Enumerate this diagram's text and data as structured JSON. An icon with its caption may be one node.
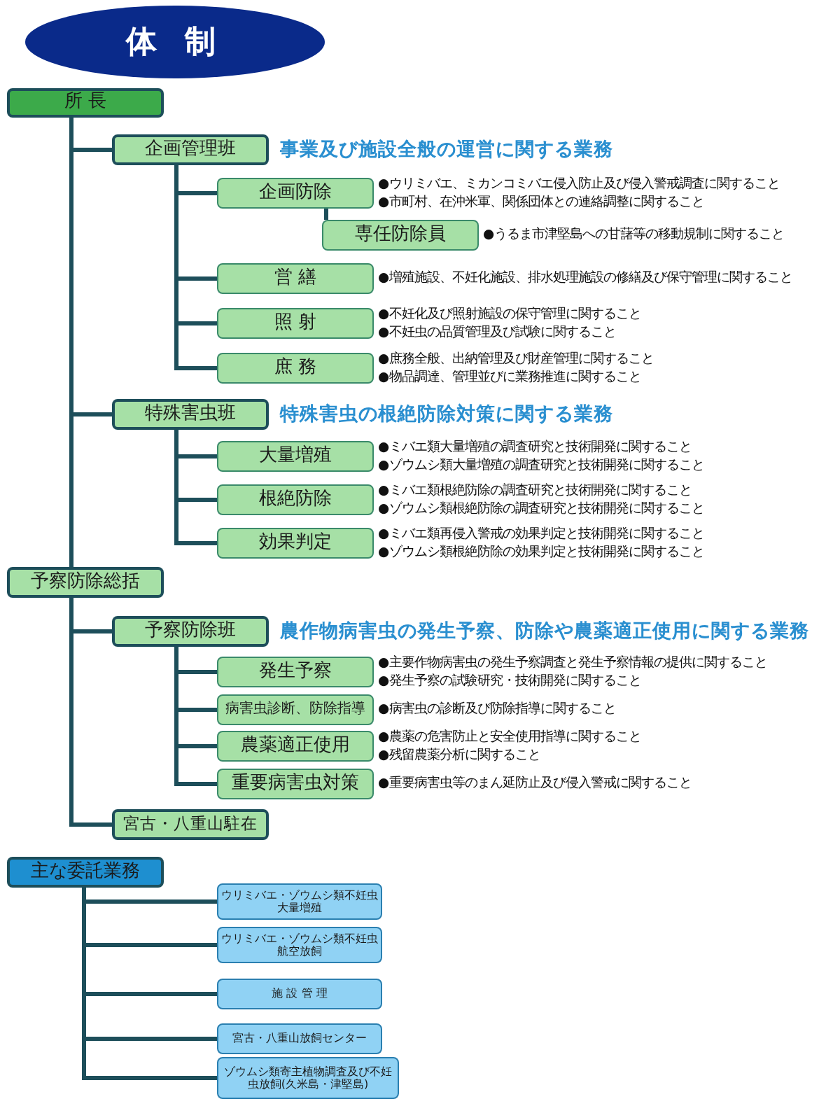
{
  "diagram": {
    "title": "体 制",
    "nodes": [
      {
        "text": [
          "所 長"
        ]
      },
      {
        "text": [
          "企画管理班"
        ],
        "beside": [
          "事業及び施設全般の運営に関する業務"
        ]
      },
      {
        "text": [
          "企画防除"
        ],
        "beside": [
          "●ウリミバエ、ミカンコミバエ侵入防止及び侵入警戒調査に関すること",
          "●市町村、在沖米軍、関係団体との連絡調整に関すること"
        ]
      },
      {
        "text": [
          "専任防除員"
        ],
        "beside": [
          "●うるま市津堅島への甘藷等の移動規制に関すること"
        ]
      },
      {
        "text": [
          "営 繕"
        ],
        "beside": [
          "●増殖施設、不妊化施設、排水処理施設の修繕及び保守管理に関すること"
        ]
      },
      {
        "text": [
          "照 射"
        ],
        "beside": [
          "●不妊化及び照射施設の保守管理に関すること",
          "●不妊虫の品質管理及び試験に関すること"
        ]
      },
      {
        "text": [
          "庶 務"
        ],
        "beside": [
          "●庶務全般、出納管理及び財産管理に関すること",
          "●物品調達、管理並びに業務推進に関すること"
        ]
      },
      {
        "text": [
          "特殊害虫班"
        ],
        "beside": [
          "特殊害虫の根絶防除対策に関する業務"
        ]
      },
      {
        "text": [
          "大量増殖"
        ],
        "beside": [
          "●ミバエ類大量増殖の調査研究と技術開発に関すること",
          "●ゾウムシ類大量増殖の調査研究と技術開発に関すること"
        ]
      },
      {
        "text": [
          "根絶防除"
        ],
        "beside": [
          "●ミバエ類根絶防除の調査研究と技術開発に関すること",
          "●ゾウムシ類根絶防除の調査研究と技術開発に関すること"
        ]
      },
      {
        "text": [
          "効果判定"
        ],
        "beside": [
          "●ミバエ類再侵入警戒の効果判定と技術開発に関すること",
          "●ゾウムシ類根絶防除の効果判定と技術開発に関すること"
        ]
      },
      {
        "text": [
          "予察防除総括"
        ]
      },
      {
        "text": [
          "予察防除班"
        ],
        "beside": [
          "農作物病害虫の発生予察、防除や農薬適正使用に関する業務"
        ]
      },
      {
        "text": [
          "発生予察"
        ],
        "beside": [
          "●主要作物病害虫の発生予察調査と発生予察情報の提供に関すること",
          "●発生予察の試験研究・技術開発に関すること"
        ]
      },
      {
        "text": [
          "病害虫診断、防除指導"
        ],
        "beside": [
          "●病害虫の診断及び防除指導に関すること"
        ]
      },
      {
        "text": [
          "農薬適正使用"
        ],
        "beside": [
          "●農薬の危害防止と安全使用指導に関すること",
          "●残留農薬分析に関すること"
        ]
      },
      {
        "text": [
          "重要病害虫対策"
        ],
        "beside": [
          "●重要病害虫等のまん延防止及び侵入警戒に関すること"
        ]
      },
      {
        "text": [
          "宮古・八重山駐在"
        ]
      },
      {
        "text": [
          "主な委託業務"
        ]
      },
      {
        "text": [
          "ウリミバエ・ゾウムシ類不妊虫大量増殖"
        ]
      },
      {
        "text": [
          "ウリミバエ・ゾウムシ類不妊虫航空放飼"
        ]
      },
      {
        "text": [
          "施 設 管 理"
        ]
      },
      {
        "text": [
          "宮古・八重山放飼センター"
        ]
      },
      {
        "text": [
          "ゾウムシ類寄主植物調査及び不妊虫放飼(久米島・津堅島)"
        ]
      }
    ],
    "edges": [
      {
        "from": 0,
        "to": 1,
        "arrow": "none"
      },
      {
        "from": 1,
        "to": 2,
        "arrow": "none"
      },
      {
        "from": 2,
        "to": 3,
        "arrow": "none"
      },
      {
        "from": 1,
        "to": 4,
        "arrow": "none"
      },
      {
        "from": 1,
        "to": 5,
        "arrow": "none"
      },
      {
        "from": 1,
        "to": 6,
        "arrow": "none"
      },
      {
        "from": 0,
        "to": 7,
        "arrow": "none"
      },
      {
        "from": 7,
        "to": 8,
        "arrow": "none"
      },
      {
        "from": 7,
        "to": 9,
        "arrow": "none"
      },
      {
        "from": 7,
        "to": 10,
        "arrow": "none"
      },
      {
        "from": 0,
        "to": 11,
        "arrow": "none"
      },
      {
        "from": 11,
        "to": 12,
        "arrow": "none"
      },
      {
        "from": 12,
        "to": 13,
        "arrow": "none"
      },
      {
        "from": 12,
        "to": 14,
        "arrow": "none"
      },
      {
        "from": 12,
        "to": 15,
        "arrow": "none"
      },
      {
        "from": 12,
        "to": 16,
        "arrow": "none"
      },
      {
        "from": 11,
        "to": 17,
        "arrow": "none"
      },
      {
        "from": 18,
        "to": 19,
        "arrow": "none"
      },
      {
        "from": 18,
        "to": 20,
        "arrow": "none"
      },
      {
        "from": 18,
        "to": 21,
        "arrow": "none"
      },
      {
        "from": 18,
        "to": 22,
        "arrow": "none"
      },
      {
        "from": 18,
        "to": 23,
        "arrow": "none"
      }
    ]
  }
}
